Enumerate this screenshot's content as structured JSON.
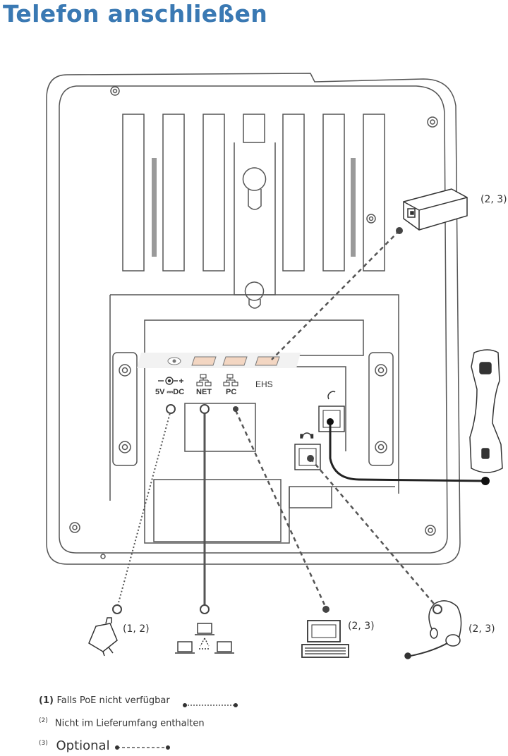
{
  "title": "Telefon anschließen",
  "ports": {
    "power": "5V ⎓DC",
    "net": "NET",
    "pc": "PC",
    "ehs": "EHS"
  },
  "labels": {
    "ehs_adapter": "(2, 3)",
    "power_adapter": "(1, 2)",
    "computer": "(2, 3)",
    "headset": "(2, 3)"
  },
  "legend": {
    "n1": "(1)",
    "t1": "Falls PoE nicht verfügbar",
    "n2": "(2)",
    "t2": "Nicht im Lieferumfang enthalten",
    "n3": "(3)",
    "t3": "Optional"
  }
}
